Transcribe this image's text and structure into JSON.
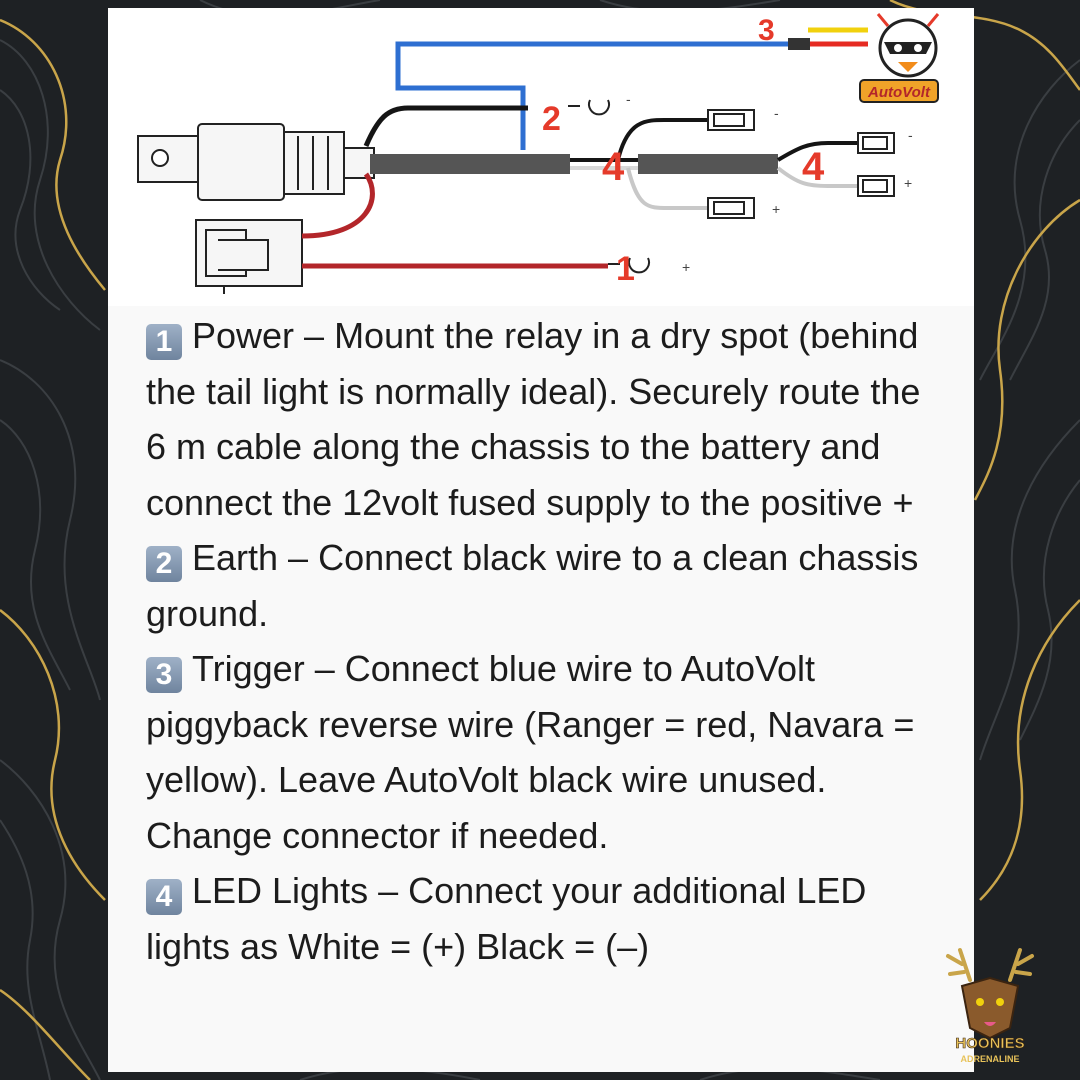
{
  "brand": {
    "autovolt_logo": "AutoVolt",
    "hoonies_logo_line1": "HOONIES",
    "hoonies_logo_line2": "ADRENALINE"
  },
  "diagram": {
    "markers": {
      "m1": "1",
      "m2": "2",
      "m3": "3",
      "m4a": "4",
      "m4b": "4"
    },
    "polarity": {
      "minus": "-",
      "plus": "+"
    }
  },
  "steps": [
    {
      "num": "1",
      "text": "Power – Mount the relay in a dry spot (behind the tail light is normally ideal). Securely  route the 6 m cable along the chassis to the battery and connect the 12volt fused supply to the positive  +"
    },
    {
      "num": "2",
      "text": "Earth – Connect black wire to a clean chassis ground."
    },
    {
      "num": "3",
      "text": "Trigger – Connect blue wire to AutoVolt piggyback reverse wire (Ranger = red, Navara = yellow). Leave AutoVolt black wire unused. Change connector if needed."
    },
    {
      "num": "4",
      "text": "LED Lights – Connect your additional LED lights as White = (+) Black = (–)"
    }
  ],
  "colors": {
    "background": "#1e2124",
    "contour_grey": "#3a3e42",
    "contour_gold": "#c9a54a",
    "card": "#f9f9f9",
    "wire_blue": "#2e6fd1",
    "wire_red": "#b3262a",
    "wire_black": "#151515",
    "marker_red": "#e53a2a",
    "keycap": "#7d92ab"
  }
}
